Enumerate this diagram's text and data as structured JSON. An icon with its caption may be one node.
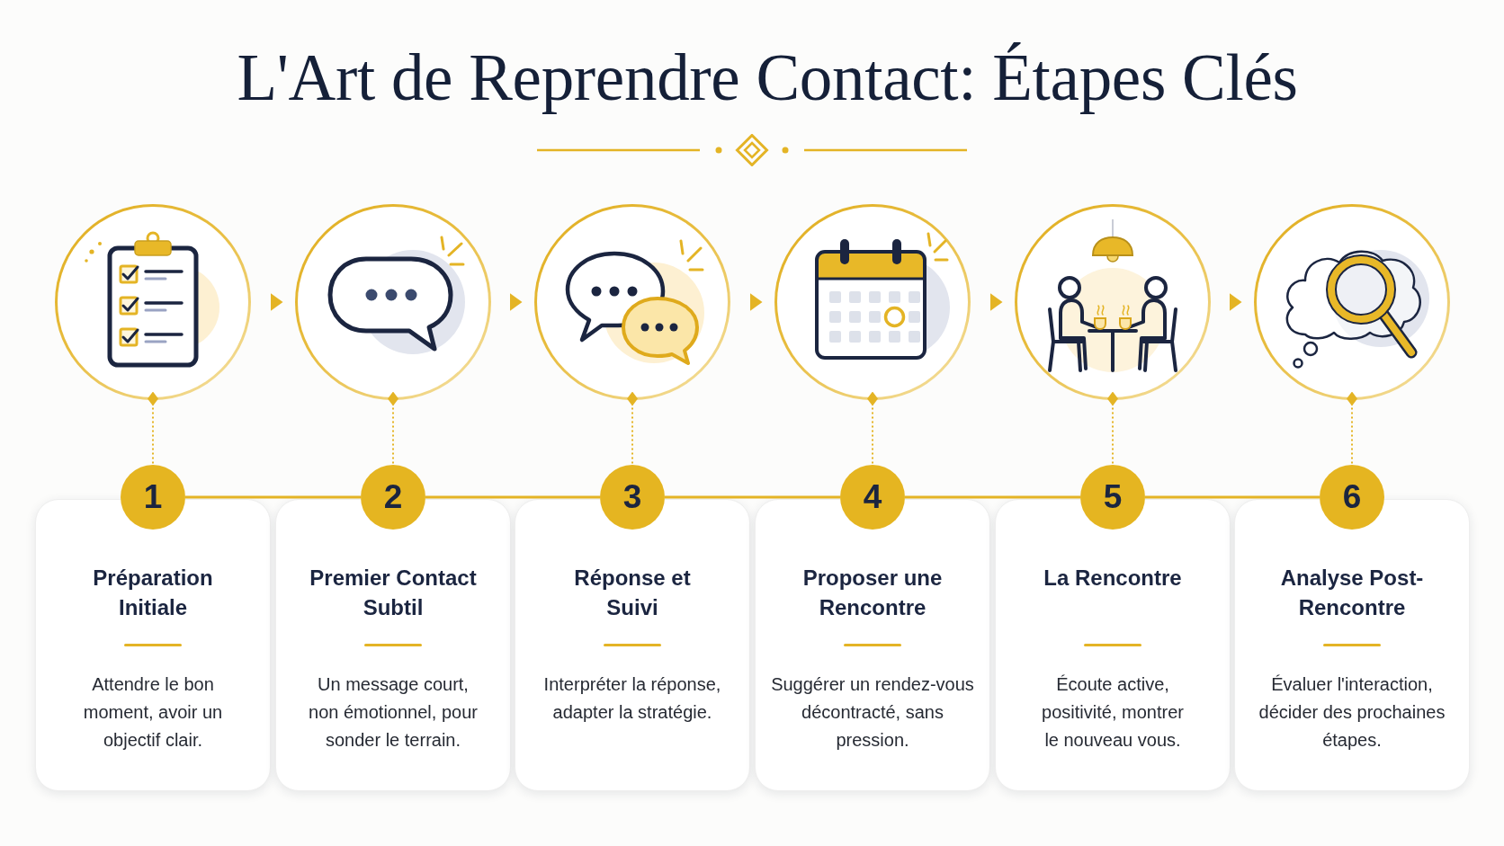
{
  "diagram": {
    "title": "L'Art de Reprendre Contact: Étapes Clés",
    "nodes": [
      {
        "text": [],
        "shape": "circle"
      },
      {
        "text": [],
        "shape": "circle"
      },
      {
        "text": [],
        "shape": "circle"
      },
      {
        "text": [],
        "shape": "circle"
      },
      {
        "text": [],
        "shape": "circle"
      },
      {
        "text": [],
        "shape": "circle"
      },
      {
        "text": [
          "1"
        ]
      },
      {
        "text": [
          "2"
        ]
      },
      {
        "text": [
          "3"
        ]
      },
      {
        "text": [
          "4"
        ]
      },
      {
        "text": [
          "5"
        ]
      },
      {
        "text": [
          "6"
        ]
      },
      {
        "text": [
          "Préparation Initiale",
          "Attendre le bon moment, avoir un objectif clair."
        ]
      },
      {
        "text": [
          "Premier Contact Subtil",
          "Un message court, non émotionnel, pour sonder le terrain."
        ]
      },
      {
        "text": [
          "Réponse et Suivi",
          "Interpréter la réponse, adapter la stratégie."
        ]
      },
      {
        "text": [
          "Proposer une Rencontre",
          "Suggérer un rendez-vous décontracté, sans pression."
        ]
      },
      {
        "text": [
          "La Rencontre",
          "Écoute active, positivité, montrer le nouveau vous."
        ]
      },
      {
        "text": [
          "Analyse Post-Rencontre",
          "Évaluer l'interaction, décider des prochaines étapes."
        ]
      }
    ],
    "edges": [
      {
        "from": 0,
        "to": 1,
        "arrow": "to"
      },
      {
        "from": 1,
        "to": 2,
        "arrow": "to"
      },
      {
        "from": 2,
        "to": 3,
        "arrow": "to"
      },
      {
        "from": 3,
        "to": 4,
        "arrow": "to"
      },
      {
        "from": 4,
        "to": 5,
        "arrow": "to"
      },
      {
        "from": 0,
        "to": 6,
        "arrow": "other",
        "style": "dashed"
      },
      {
        "from": 1,
        "to": 7,
        "arrow": "other",
        "style": "dashed"
      },
      {
        "from": 2,
        "to": 8,
        "arrow": "other",
        "style": "dashed"
      },
      {
        "from": 3,
        "to": 9,
        "arrow": "other",
        "style": "dashed"
      },
      {
        "from": 4,
        "to": 10,
        "arrow": "other",
        "style": "dashed"
      },
      {
        "from": 5,
        "to": 11,
        "arrow": "other",
        "style": "dashed"
      },
      {
        "from": 6,
        "to": 7,
        "arrow": "none"
      },
      {
        "from": 7,
        "to": 8,
        "arrow": "none"
      },
      {
        "from": 8,
        "to": 9,
        "arrow": "none"
      },
      {
        "from": 9,
        "to": 10,
        "arrow": "none"
      },
      {
        "from": 10,
        "to": 11,
        "arrow": "none"
      }
    ]
  }
}
